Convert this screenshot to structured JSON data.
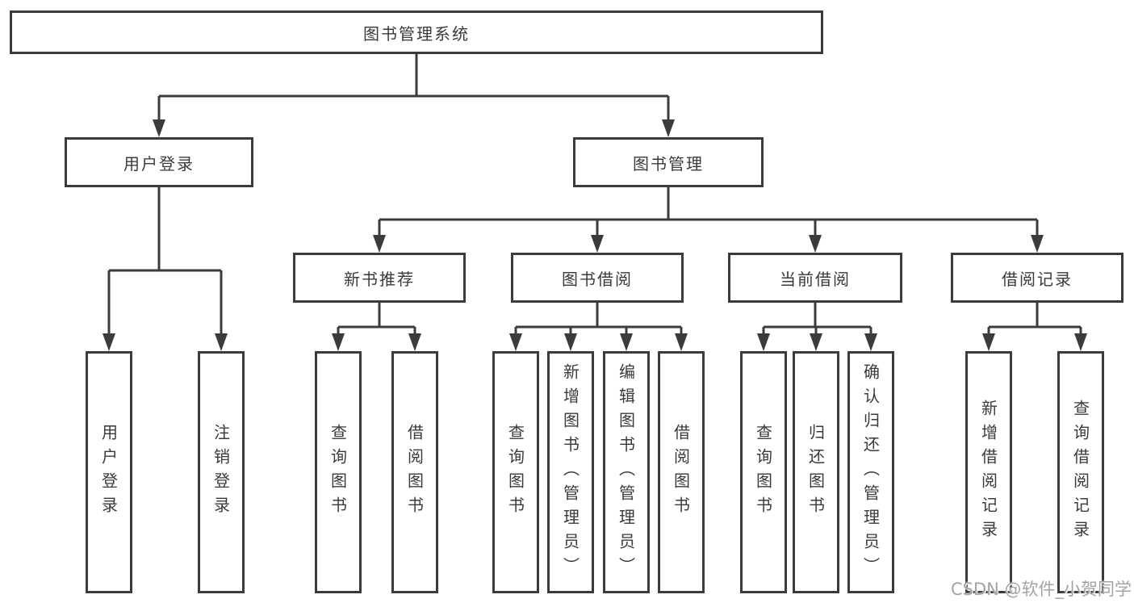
{
  "diagram_title": "图书管理系统",
  "tree": {
    "label": "图书管理系统",
    "children": [
      {
        "label": "用户登录",
        "children": [
          {
            "label": "用户登录"
          },
          {
            "label": "注销登录"
          }
        ]
      },
      {
        "label": "图书管理",
        "children": [
          {
            "label": "新书推荐",
            "children": [
              {
                "label": "查询图书"
              },
              {
                "label": "借阅图书"
              }
            ]
          },
          {
            "label": "图书借阅",
            "children": [
              {
                "label": "查询图书"
              },
              {
                "label": "新增图书（管理员）"
              },
              {
                "label": "编辑图书（管理员）"
              },
              {
                "label": "借阅图书"
              }
            ]
          },
          {
            "label": "当前借阅",
            "children": [
              {
                "label": "查询图书"
              },
              {
                "label": "归还图书"
              },
              {
                "label": "确认归还（管理员）"
              }
            ]
          },
          {
            "label": "借阅记录",
            "children": [
              {
                "label": "新增借阅记录"
              },
              {
                "label": "查询借阅记录"
              }
            ]
          }
        ]
      }
    ]
  },
  "watermark": "CSDN @软件_小贺同学",
  "colors": {
    "line": "#3b3b3b",
    "box_border": "#3b3b3b",
    "box_fill": "#ffffff",
    "text": "#3a3a3a",
    "watermark": "#a3a3a3"
  }
}
